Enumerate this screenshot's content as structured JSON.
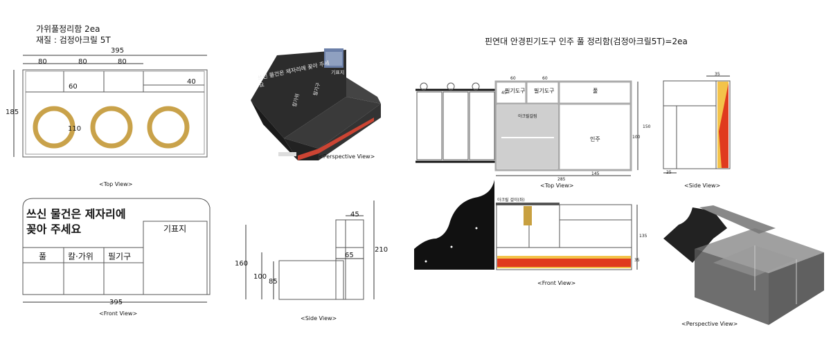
{
  "left_title": {
    "line1": "가위풀정리함 2ea",
    "line2": "재질 : 검정아크릴 5T"
  },
  "right_title": "핀연대 안경핀기도구 인주 풀 정리함(검정아크릴5T)=2ea",
  "top_view": {
    "caption": "<Top View>",
    "dims": {
      "overall": "395",
      "col1": "80",
      "col2": "80",
      "col3": "80",
      "height": "185",
      "inner": "60",
      "small": "40",
      "circle": "110"
    }
  },
  "perspective1": {
    "caption": "<Perspective View>",
    "sign_text": "쓰신 물건은 제자리에 꽂아 주세요",
    "labels": [
      "칼가위",
      "필기구",
      "기표지"
    ]
  },
  "front_view": {
    "caption": "<Front View>",
    "sign_line1": "쓰신 물건은 제자리에",
    "sign_line2": "꽂아 주세요",
    "tag": "기표지",
    "slots": [
      "풀",
      "칼·가위",
      "필기구"
    ],
    "width": "395"
  },
  "side_view": {
    "caption": "<Side View>",
    "dims": {
      "d45": "45",
      "d160": "160",
      "d210": "210",
      "d65": "65",
      "d100": "100",
      "d85": "85"
    }
  },
  "right_top_view": {
    "caption": "<Top View>",
    "dims": {
      "a": "60",
      "b": "60",
      "c": "45",
      "h1": "100",
      "h2": "150",
      "w1": "285",
      "w2": "145"
    },
    "labels": [
      "필기도구",
      "필기도구",
      "풀",
      "인주"
    ],
    "small": "아크릴걸림"
  },
  "right_side_view": {
    "caption": "<Side View>",
    "dims": {
      "d35": "35",
      "d25": "25"
    }
  },
  "right_front_view": {
    "caption": "<Front View>",
    "small": "아크릴 걸이(좌)",
    "dims": {
      "d135": "135",
      "d35": "35"
    }
  },
  "right_perspective": {
    "caption": "<Perspective View>"
  }
}
